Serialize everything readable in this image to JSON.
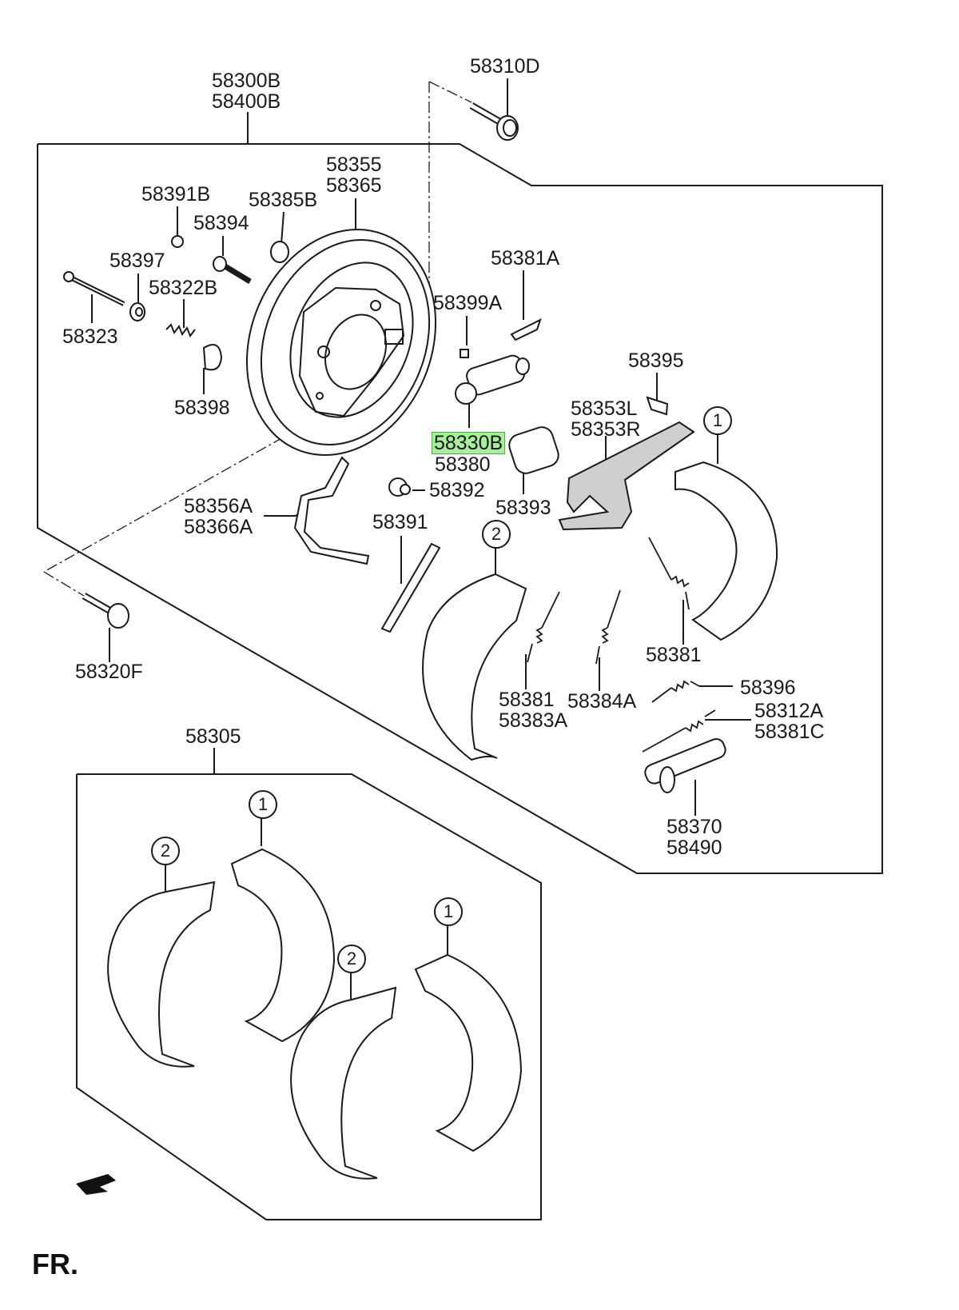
{
  "labels": {
    "l58300": [
      "58300B",
      "58400B"
    ],
    "l58310D": [
      "58310D"
    ],
    "l58355": [
      "58355",
      "58365"
    ],
    "l58391B": [
      "58391B"
    ],
    "l58385B": [
      "58385B"
    ],
    "l58394": [
      "58394"
    ],
    "l58397": [
      "58397"
    ],
    "l58322B": [
      "58322B"
    ],
    "l58381A": [
      "58381A"
    ],
    "l58399A": [
      "58399A"
    ],
    "l58323": [
      "58323"
    ],
    "l58398": [
      "58398"
    ],
    "l58395": [
      "58395"
    ],
    "l58353": [
      "58353L",
      "58353R"
    ],
    "l58330B": [
      "58330B"
    ],
    "l58380": [
      "58380"
    ],
    "l58392": [
      "58392"
    ],
    "l58393": [
      "58393"
    ],
    "l58356": [
      "58356A",
      "58366A"
    ],
    "l58391": [
      "58391"
    ],
    "l58381r": [
      "58381"
    ],
    "l58320F": [
      "58320F"
    ],
    "l58381m": [
      "58381",
      "58383A"
    ],
    "l58384A": [
      "58384A"
    ],
    "l58396": [
      "58396"
    ],
    "l58312A": [
      "58312A",
      "58381C"
    ],
    "l58305": [
      "58305"
    ],
    "l58370": [
      "58370",
      "58490"
    ]
  },
  "circles": {
    "c1": "1",
    "c2": "2",
    "c3": "1",
    "c4": "2",
    "c5": "1",
    "c6": "2"
  },
  "front_label": "FR.",
  "highlight_color": "#a8ee9c"
}
